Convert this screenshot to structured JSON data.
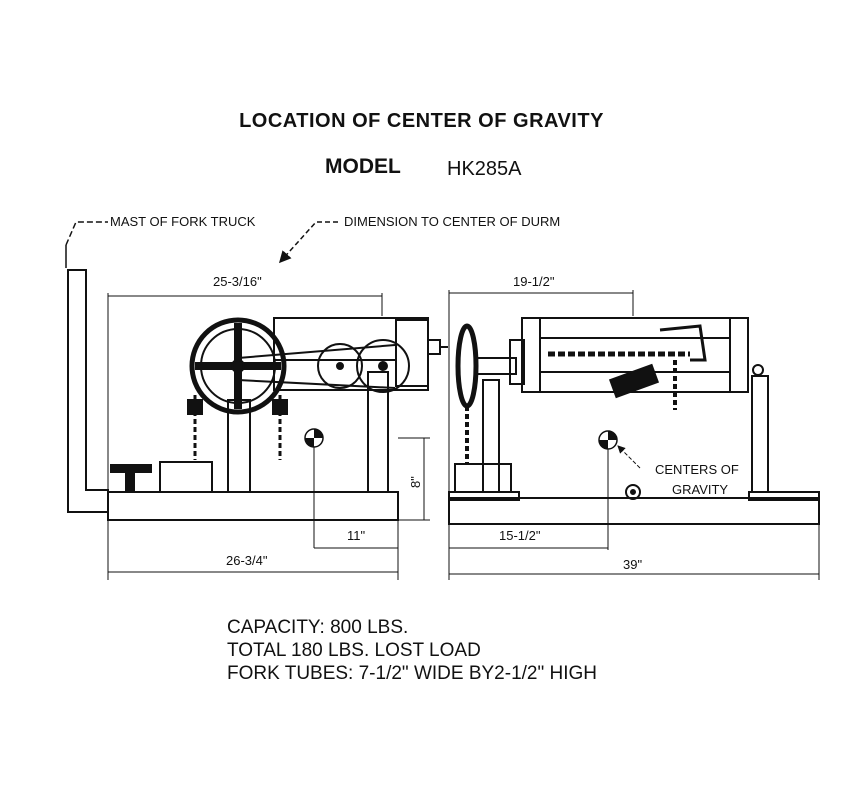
{
  "title": "LOCATION OF CENTER OF GRAVITY",
  "model": {
    "label": "MODEL",
    "value": "HK285A"
  },
  "callouts": {
    "mast": "MAST OF FORK TRUCK",
    "drum_dimension": "DIMENSION TO CENTER OF DURM",
    "centers_line1": "CENTERS OF",
    "centers_line2": "GRAVITY"
  },
  "dimensions": {
    "left_top": "25-3/16\"",
    "left_height": "8\"",
    "left_cg": "11\"",
    "left_bottom": "26-3/4\"",
    "right_top": "19-1/2\"",
    "right_cg": "15-1/2\"",
    "right_bottom": "39\""
  },
  "notes": [
    "CAPACITY: 800 LBS.",
    "TOTAL 180 LBS. LOST  LOAD",
    "FORK TUBES: 7-1/2\" WIDE BY2-1/2\" HIGH"
  ]
}
